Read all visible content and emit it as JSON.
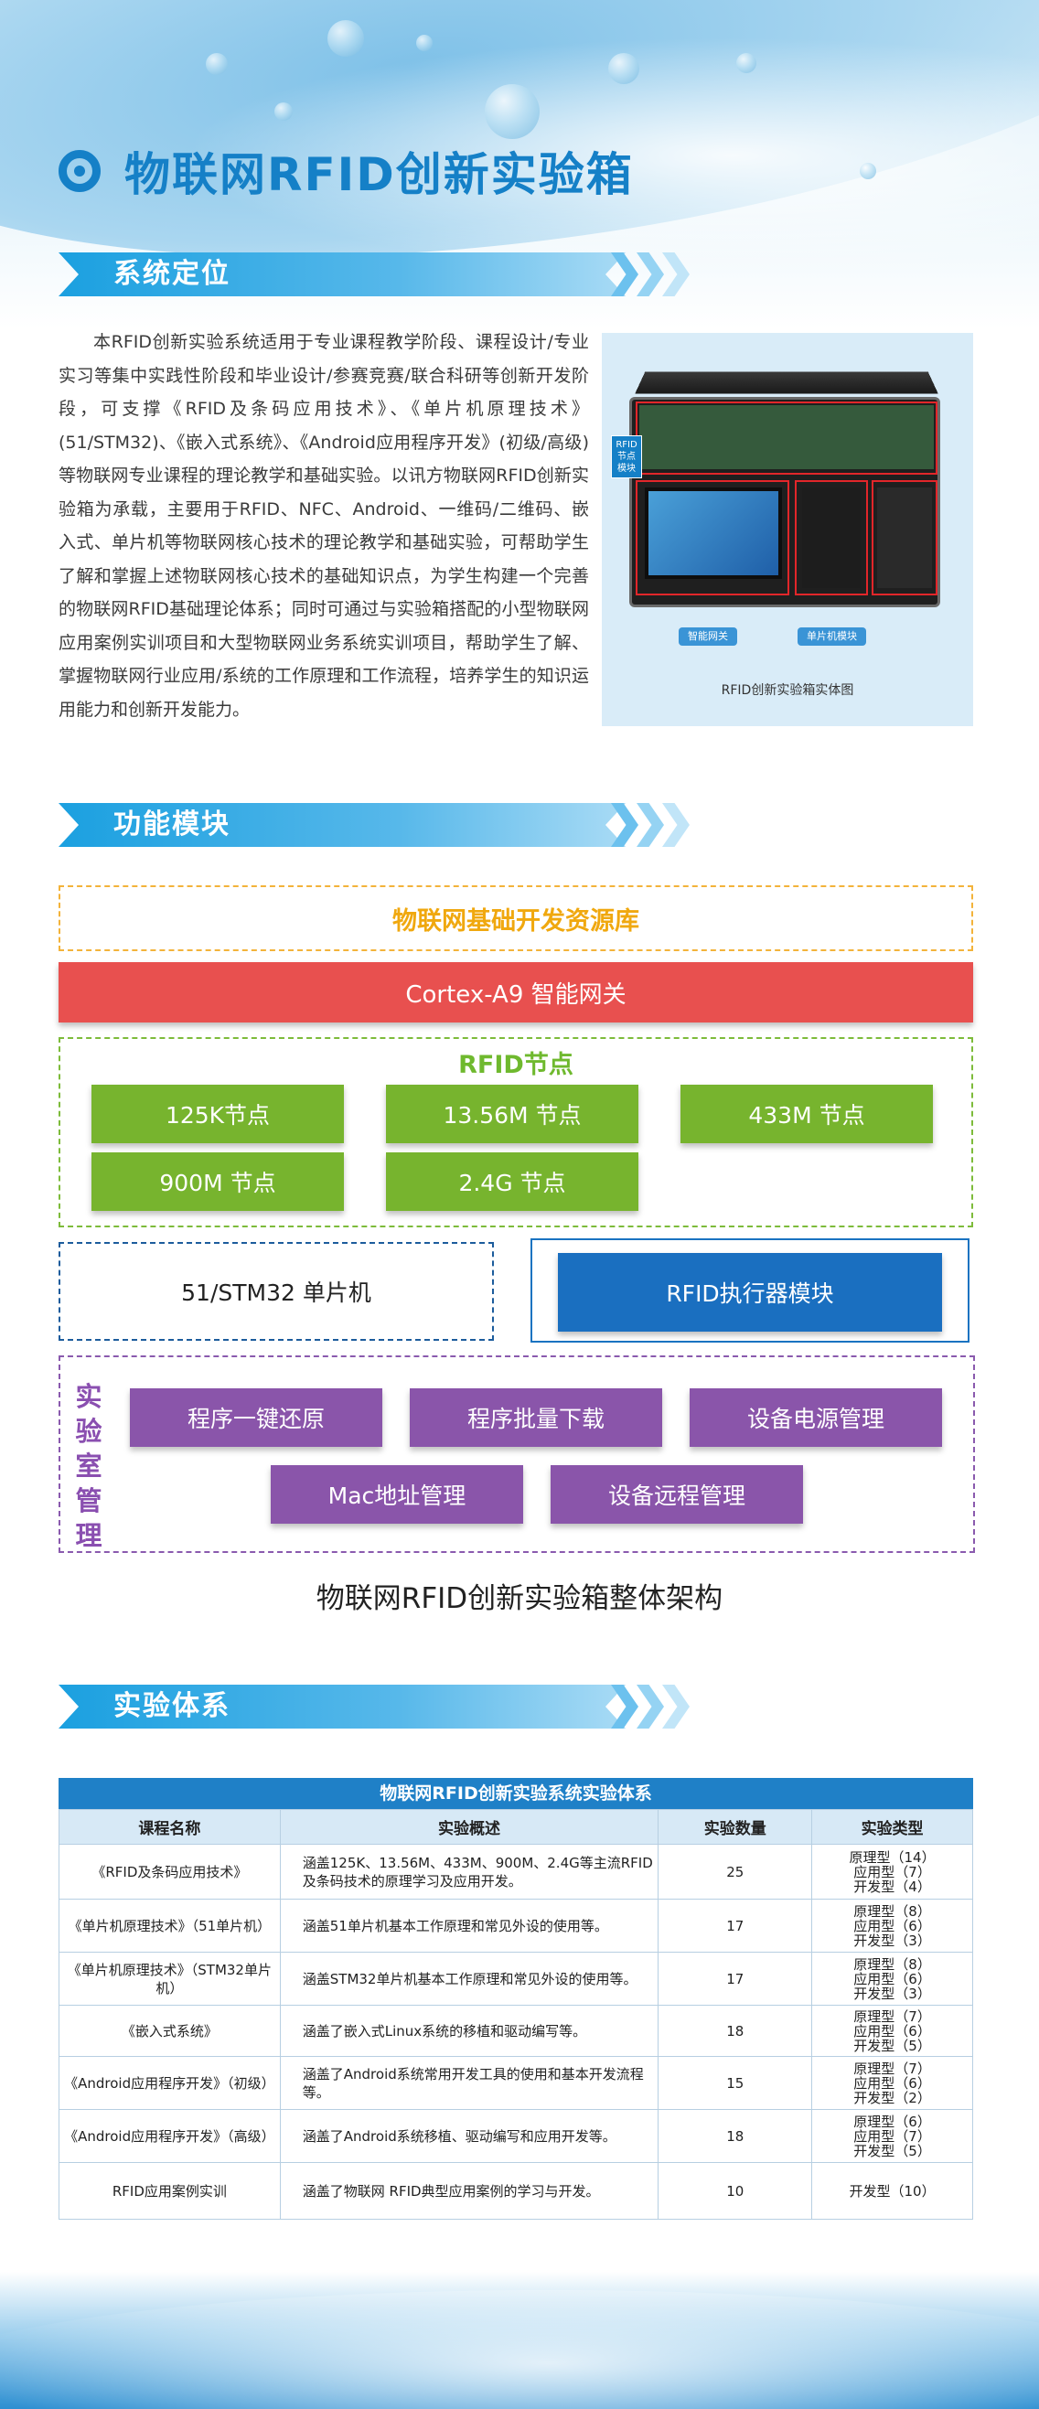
{
  "title": "物联网RFID创新实验箱",
  "sections": {
    "positioning": "系统定位",
    "modules": "功能模块",
    "system": "实验体系"
  },
  "intro": "本RFID创新实验系统适用于专业课程教学阶段、课程设计/专业实习等集中实践性阶段和毕业设计/参赛竞赛/联合科研等创新开发阶段，可支撑《RFID及条码应用技术》、《单片机原理技术》(51/STM32)、《嵌入式系统》、《Android应用程序开发》(初级/高级)等物联网专业课程的理论教学和基础实验。以讯方物联网RFID创新实验箱为承载，主要用于RFID、NFC、Android、一维码/二维码、嵌入式、单片机等物联网核心技术的理论教学和基础实验，可帮助学生了解和掌握上述物联网核心技术的基础知识点，为学生构建一个完善的物联网RFID基础理论体系；同时可通过与实验箱搭配的小型物联网应用案例实训项目和大型物联网业务系统实训项目，帮助学生了解、掌握物联网行业应用/系统的工作原理和工作流程，培养学生的知识运用能力和创新开发能力。",
  "photo": {
    "tag_node": "RFID节点模块",
    "tag_gateway": "智能网关",
    "tag_mcu": "单片机模块",
    "caption": "RFID创新实验箱实体图"
  },
  "arch": {
    "resource_lib": "物联网基础开发资源库",
    "gateway": "Cortex-A9 智能网关",
    "rfid_title": "RFID节点",
    "nodes": [
      "125K节点",
      "13.56M 节点",
      "433M 节点",
      "900M 节点",
      "2.4G 节点"
    ],
    "mcu": "51/STM32 单片机",
    "executor": "RFID执行器模块",
    "lab_title": "实验室管理",
    "lab_items": [
      "程序一键还原",
      "程序批量下载",
      "设备电源管理",
      "Mac地址管理",
      "设备远程管理"
    ],
    "caption": "物联网RFID创新实验箱整体架构"
  },
  "table": {
    "title": "物联网RFID创新实验系统实验体系",
    "headers": [
      "课程名称",
      "实验概述",
      "实验数量",
      "实验类型"
    ],
    "rows": [
      {
        "course": "《RFID及条码应用技术》",
        "desc": "涵盖125K、13.56M、433M、900M、2.4G等主流RFID及条码技术的原理学习及应用开发。",
        "count": "25",
        "types": [
          "原理型（14）",
          "应用型（7）",
          "开发型（4）"
        ]
      },
      {
        "course": "《单片机原理技术》（51单片机）",
        "desc": "涵盖51单片机基本工作原理和常见外设的使用等。",
        "count": "17",
        "types": [
          "原理型（8）",
          "应用型（6）",
          "开发型（3）"
        ]
      },
      {
        "course": "《单片机原理技术》（STM32单片机）",
        "desc": "涵盖STM32单片机基本工作原理和常见外设的使用等。",
        "count": "17",
        "types": [
          "原理型（8）",
          "应用型（6）",
          "开发型（3）"
        ]
      },
      {
        "course": "《嵌入式系统》",
        "desc": "涵盖了嵌入式Linux系统的移植和驱动编写等。",
        "count": "18",
        "types": [
          "原理型（7）",
          "应用型（6）",
          "开发型（5）"
        ]
      },
      {
        "course": "《Android应用程序开发》（初级）",
        "desc": "涵盖了Android系统常用开发工具的使用和基本开发流程等。",
        "count": "15",
        "types": [
          "原理型（7）",
          "应用型（6）",
          "开发型（2）"
        ]
      },
      {
        "course": "《Android应用程序开发》（高级）",
        "desc": "涵盖了Android系统移植、驱动编写和应用开发等。",
        "count": "18",
        "types": [
          "原理型（6）",
          "应用型（7）",
          "开发型（5）"
        ]
      },
      {
        "course": "RFID应用案例实训",
        "desc": "涵盖了物联网 RFID典型应用案例的学习与开发。",
        "count": "10",
        "types": [
          "开发型（10）"
        ]
      }
    ]
  }
}
